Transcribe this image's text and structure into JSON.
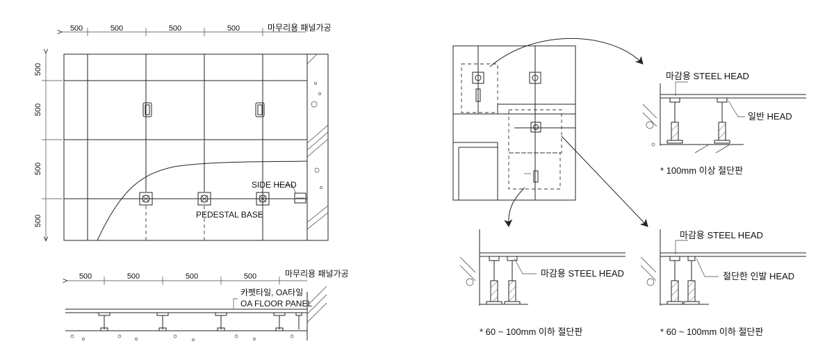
{
  "plan": {
    "dims_top": [
      "500",
      "500",
      "500",
      "500"
    ],
    "dims_left": [
      "500",
      "500",
      "500",
      "500"
    ],
    "finish_note": "마무리용 패널가공",
    "side_head": "SIDE HEAD",
    "pedestal_base": "PEDESTAL BASE"
  },
  "section": {
    "dims_top": [
      "500",
      "500",
      "500",
      "500"
    ],
    "finish_note": "마무리용 패널가공",
    "tile_label": "카펫타일, OA타일",
    "panel_label": "OA FLOOR PANEL"
  },
  "details": {
    "top_right": {
      "head1": "마감용 STEEL HEAD",
      "head2": "일반 HEAD",
      "note": "* 100mm 이상 절단판"
    },
    "bottom_left": {
      "head1": "마감용 STEEL HEAD",
      "note": "* 60 ~ 100mm 이하 절단판"
    },
    "bottom_right": {
      "head1": "마감용 STEEL HEAD",
      "head2": "절단한 인발 HEAD",
      "note": "* 60 ~ 100mm 이하 절단판"
    }
  }
}
